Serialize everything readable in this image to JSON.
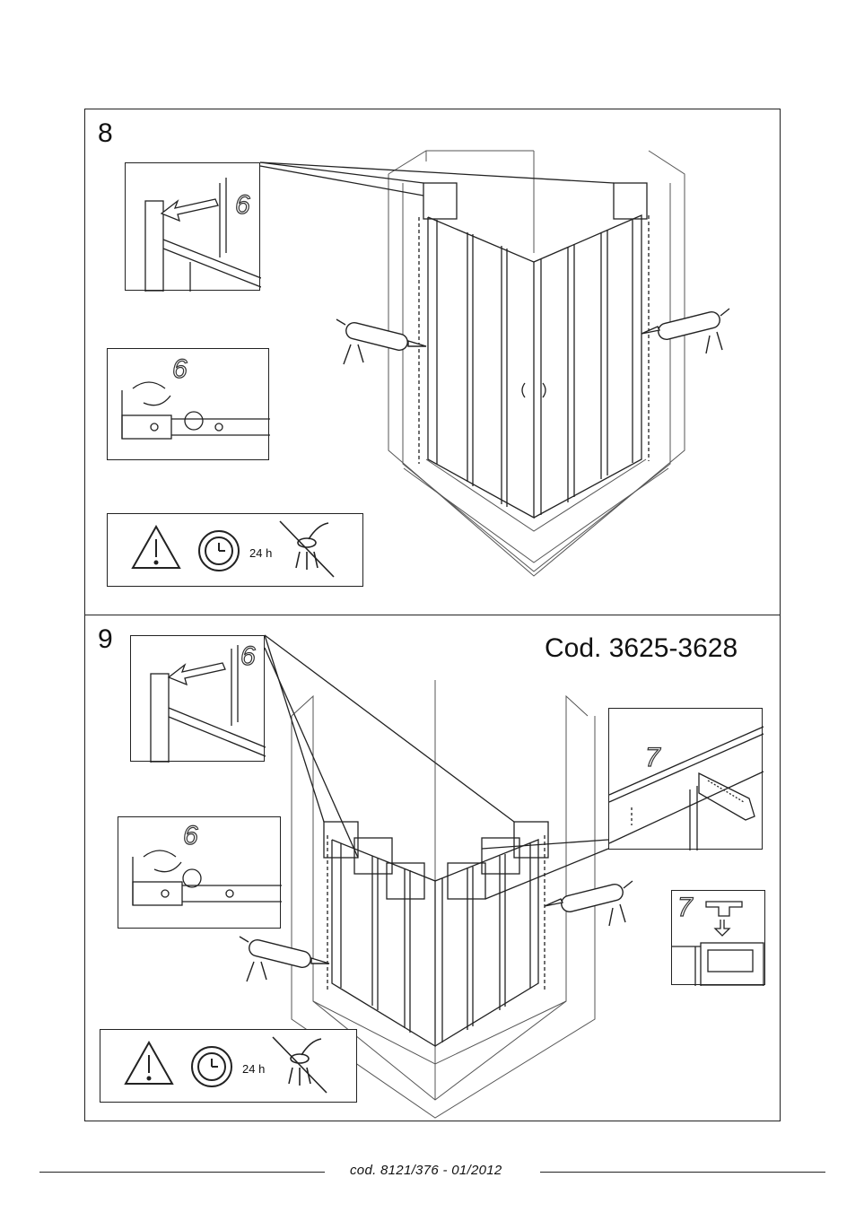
{
  "steps": [
    {
      "number": "8",
      "part_top": "6",
      "part_rotate": "6",
      "cure_time": "24 h"
    },
    {
      "number": "9",
      "code": "Cod. 3625-3628",
      "part_top": "6",
      "part_rotate": "6",
      "part_profile": "7",
      "part_cap": "7",
      "cure_time": "24 h"
    }
  ],
  "footer": {
    "doc_code": "cod. 8121/376 - 01/2012"
  },
  "icons": [
    "warning-triangle-icon",
    "clock-24h-icon",
    "no-shower-icon",
    "silicone-gun-icon",
    "arrow-icon"
  ]
}
